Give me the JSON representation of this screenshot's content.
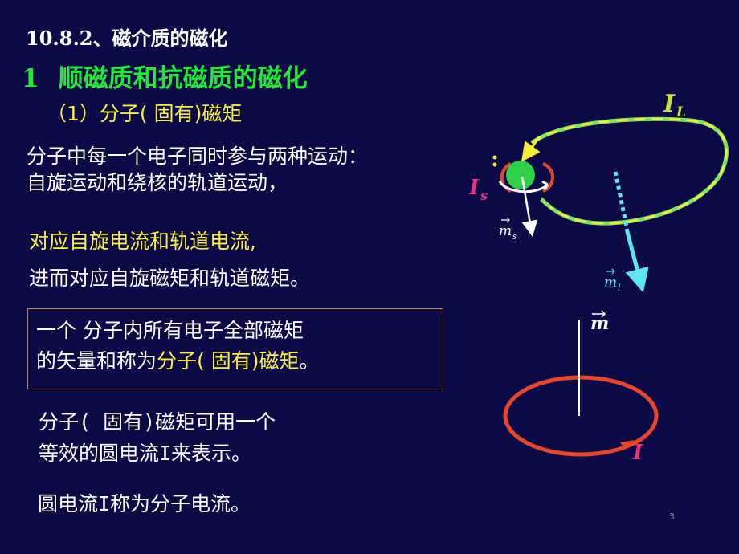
{
  "slide": {
    "section_heading": "10.8.2、磁介质的磁化",
    "subsection_number": "1",
    "subsection_title": "顺磁质和抗磁质的磁化",
    "point_heading": "（1）分子( 固有)磁矩",
    "paragraph_lines": [
      "分子中每一个电子同时参与两种运动：",
      "自旋运动和绕核的轨道运动，",
      "对应自旋电流和轨道电流,",
      "进而对应自旋磁矩和轨道磁矩。"
    ],
    "definition_box": {
      "line1": "一个 分子内所有电子全部磁矩",
      "line2_prefix": "的矢量和称为",
      "line2_highlight": "分子( 固有)磁矩",
      "line2_suffix": "。"
    },
    "equivalent_lines": [
      "分子(  固有)磁矩可用一个",
      "等效的圆电流I来表示。"
    ],
    "molecular_current_line": "圆电流I称为分子电流。",
    "page_number": "3"
  },
  "figures": {
    "orbit_label_main": "I",
    "orbit_label_sub": "L",
    "spin_label_main": "I",
    "spin_label_sub": "s",
    "spin_moment_main": "m",
    "spin_moment_sub": "s",
    "orbital_moment_main": "m",
    "orbital_moment_sub": "l",
    "moment_label": "m",
    "current_label": "I"
  },
  "colors": {
    "background": "#0b0a47",
    "text": "#ffffff",
    "heading_green": "#22e83a",
    "highlight_yellow": "#f8ef3c",
    "orbit_green": "#7ee064",
    "orbit_yellow": "#f2ee3a",
    "ring_red": "#e8462a",
    "arrow_cyan": "#5ce5f0",
    "label_magenta": "#e8327c",
    "label_yellowgreen": "#c9e23a",
    "box_border": "#c48a3a"
  }
}
